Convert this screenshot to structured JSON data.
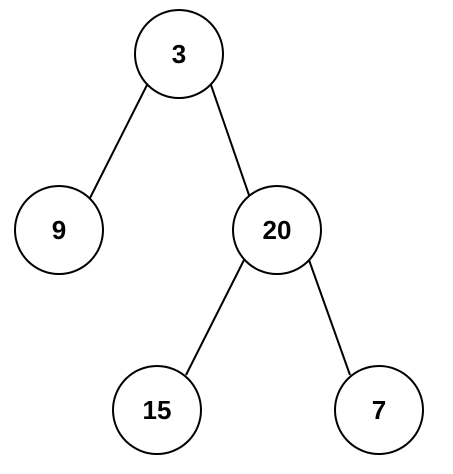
{
  "tree": {
    "nodes": [
      {
        "id": "n3",
        "label": "3"
      },
      {
        "id": "n9",
        "label": "9"
      },
      {
        "id": "n20",
        "label": "20"
      },
      {
        "id": "n15",
        "label": "15"
      },
      {
        "id": "n7",
        "label": "7"
      }
    ],
    "edges": [
      {
        "from": "n3",
        "to": "n9"
      },
      {
        "from": "n3",
        "to": "n20"
      },
      {
        "from": "n20",
        "to": "n15"
      },
      {
        "from": "n20",
        "to": "n7"
      }
    ]
  }
}
